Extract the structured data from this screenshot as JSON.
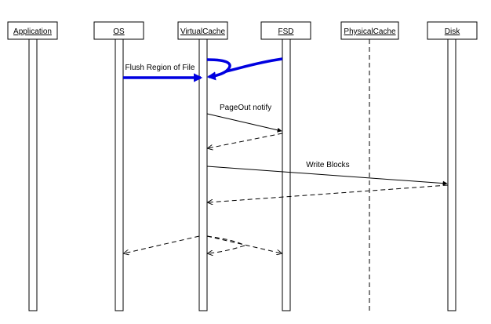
{
  "participants": [
    {
      "id": "application",
      "label": "Application",
      "lifeline": "bar"
    },
    {
      "id": "os",
      "label": "OS",
      "lifeline": "bar"
    },
    {
      "id": "virtualcache",
      "label": "VirtualCache",
      "lifeline": "bar"
    },
    {
      "id": "fsd",
      "label": "FSD",
      "lifeline": "bar"
    },
    {
      "id": "physicalcache",
      "label": "PhysicalCache",
      "lifeline": "dashed"
    },
    {
      "id": "disk",
      "label": "Disk",
      "lifeline": "bar"
    }
  ],
  "messages": [
    {
      "label": "Flush Region of File",
      "from": "os",
      "to": "virtualcache",
      "style": "highlight"
    },
    {
      "label": "",
      "from": "fsd",
      "to": "virtualcache",
      "style": "highlight-curved"
    },
    {
      "label": "PageOut notify",
      "from": "virtualcache",
      "to": "fsd",
      "style": "solid"
    },
    {
      "label": "",
      "from": "fsd",
      "to": "virtualcache",
      "style": "return"
    },
    {
      "label": "Write Blocks",
      "from": "virtualcache",
      "to": "disk",
      "style": "solid"
    },
    {
      "label": "",
      "from": "disk",
      "to": "virtualcache",
      "style": "return"
    },
    {
      "label": "",
      "from": "virtualcache",
      "to": "os",
      "style": "return"
    },
    {
      "label": "",
      "from": "virtualcache",
      "to": "fsd",
      "style": "return"
    },
    {
      "label": "",
      "from": "fsd",
      "to": "virtualcache",
      "style": "return"
    }
  ],
  "colors": {
    "highlight": "#0000e0",
    "line": "#000000",
    "background": "#ffffff"
  }
}
